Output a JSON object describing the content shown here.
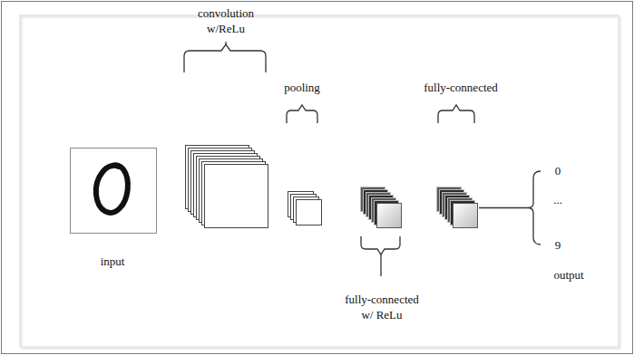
{
  "diagram": {
    "labels": [
      "convolution w/ReLu",
      "pooling",
      "fully-connected",
      "input",
      "0",
      "...",
      "9",
      "output",
      "fully-connected w/ ReLu"
    ]
  }
}
